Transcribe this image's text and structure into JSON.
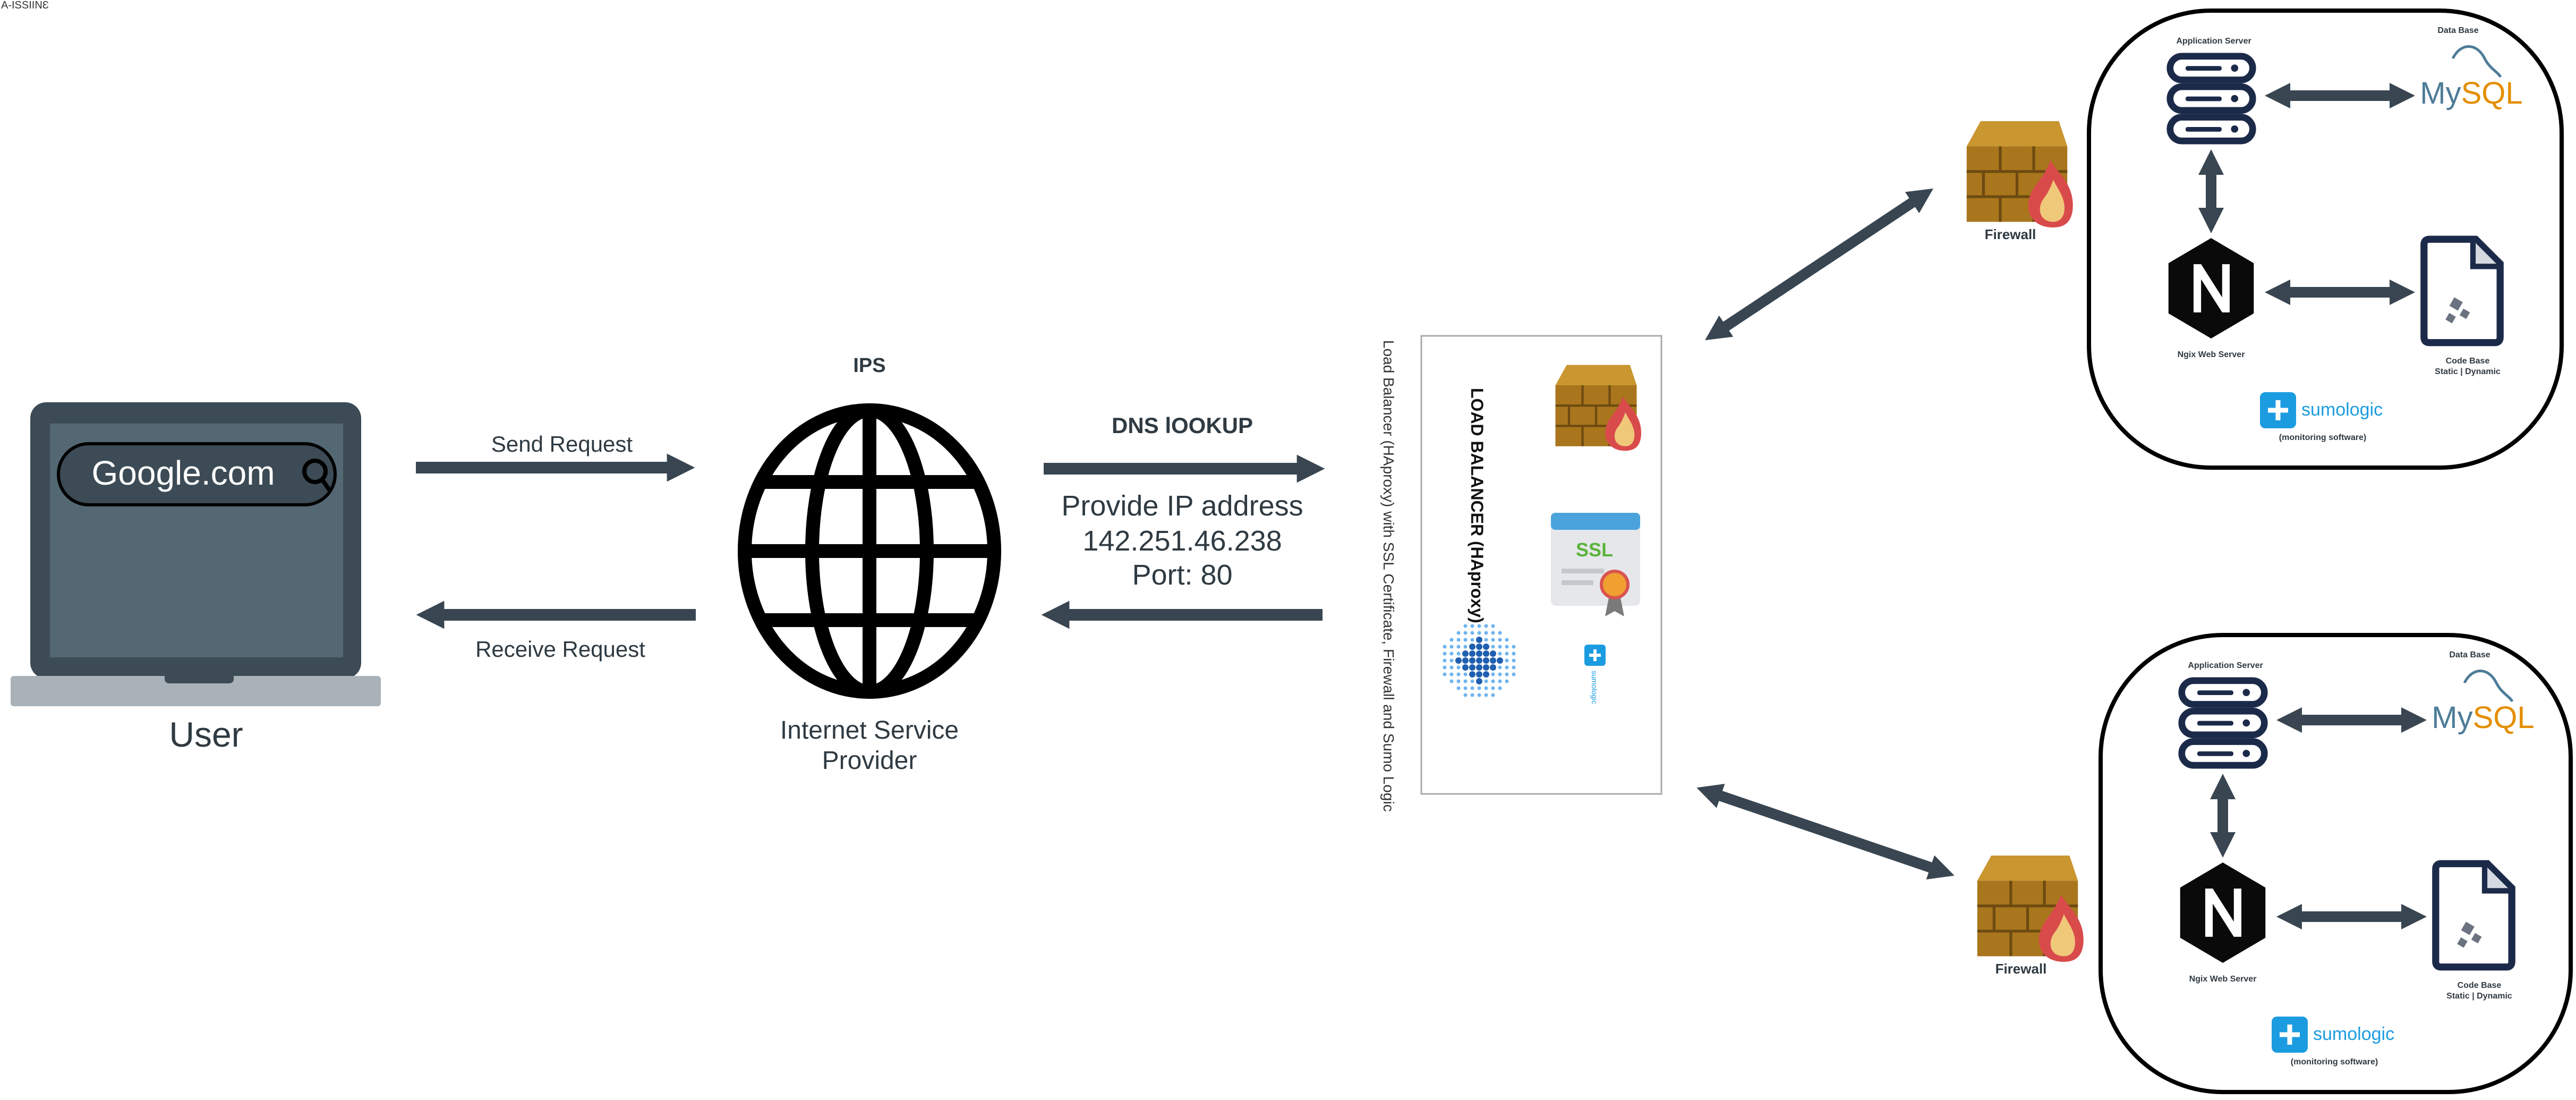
{
  "watermark": "A-ISSIINƐ",
  "colors": {
    "arrow": "#394651",
    "laptop_dark": "#3c4b55",
    "laptop_screen": "#546873",
    "laptop_base": "#a9b2b8",
    "server_navy": "#1c2a4a",
    "nginx": "#0a0a0a",
    "mysql_blue": "#4e7c98",
    "mysql_orange": "#e48e00",
    "sumo_blue": "#1b9ce0",
    "brick": "#b07f22",
    "flame": "#d94b4b",
    "ssl_green": "#5bb33b"
  },
  "user": {
    "search_text": "Google.com",
    "label": "User",
    "search_icon": "search-icon"
  },
  "request": {
    "send_label": "Send Request",
    "receive_label": "Receive Request"
  },
  "isp": {
    "top_label": "IPS",
    "name_line1": "Internet Service",
    "name_line2": "Provider",
    "icon": "globe-icon"
  },
  "dns": {
    "title": "DNS lOOKUP",
    "line1": "Provide IP address",
    "line2": "142.251.46.238",
    "line3": "Port: 80"
  },
  "load_balancer": {
    "caption": "Load Balancer (HAproxy) with SSL Certificate, Firewall and Sumo Logic",
    "title": "LOAD BALANCER (HAproxy)",
    "ssl_text": "SSL",
    "sumo_text": "sumologic",
    "icons": [
      "firewall-icon",
      "ssl-certificate-icon",
      "haproxy-icon",
      "sumologic-icon"
    ]
  },
  "servers": [
    {
      "firewall_label": "Firewall",
      "app_server_label": "Application Server",
      "database_label": "Data Base",
      "mysql_text": "MySQL",
      "nginx_label": "Ngix Web Server",
      "code_label_line1": "Code Base",
      "code_label_line2": "Static | Dynamic",
      "sumo_text": "sumologic",
      "monitoring_label": "(monitoring software)"
    },
    {
      "firewall_label": "Firewall",
      "app_server_label": "Application Server",
      "database_label": "Data Base",
      "mysql_text": "MySQL",
      "nginx_label": "Ngix Web Server",
      "code_label_line1": "Code Base",
      "code_label_line2": "Static | Dynamic",
      "sumo_text": "sumologic",
      "monitoring_label": "(monitoring software)"
    }
  ]
}
